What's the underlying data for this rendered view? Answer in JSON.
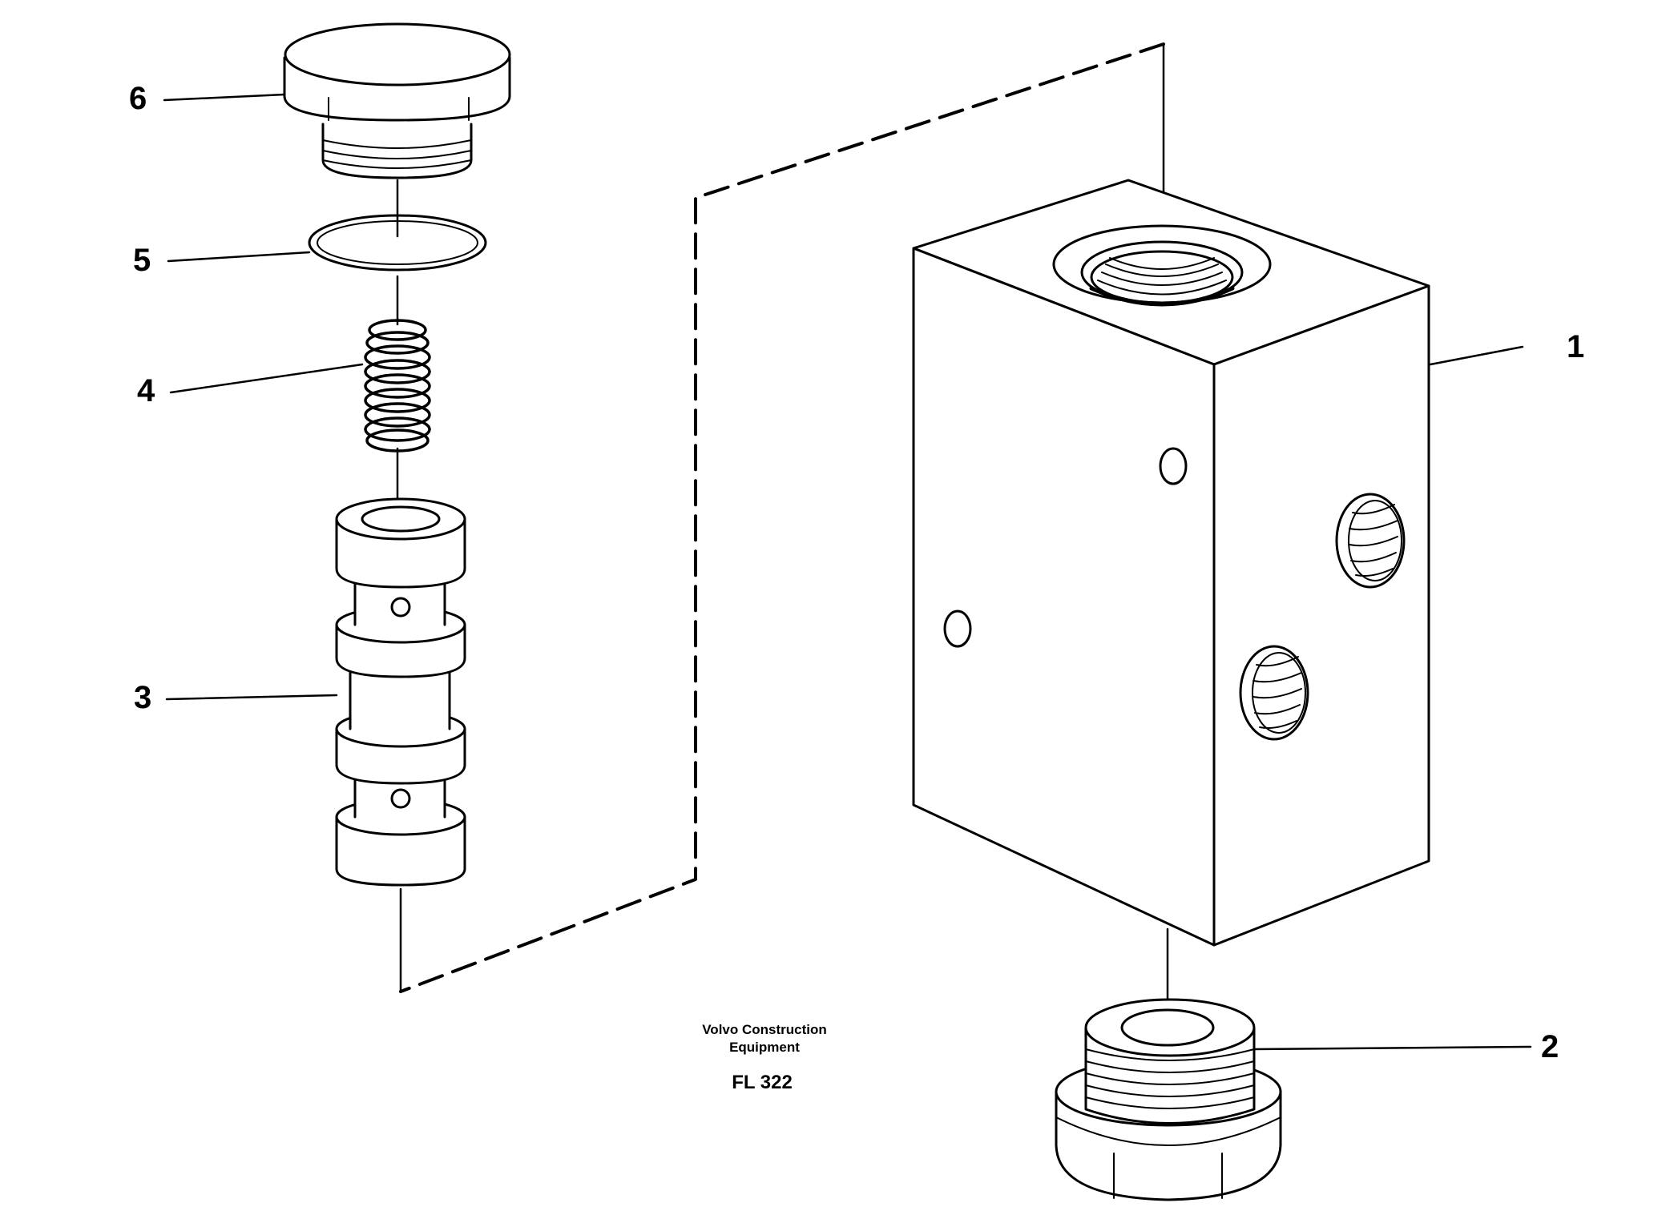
{
  "callouts": {
    "c1": "1",
    "c2": "2",
    "c3": "3",
    "c4": "4",
    "c5": "5",
    "c6": "6"
  },
  "caption": {
    "line1": "Volvo Construction",
    "line2": "Equipment",
    "code": "FL 322"
  },
  "colors": {
    "ink": "#000000",
    "paper": "#ffffff"
  }
}
